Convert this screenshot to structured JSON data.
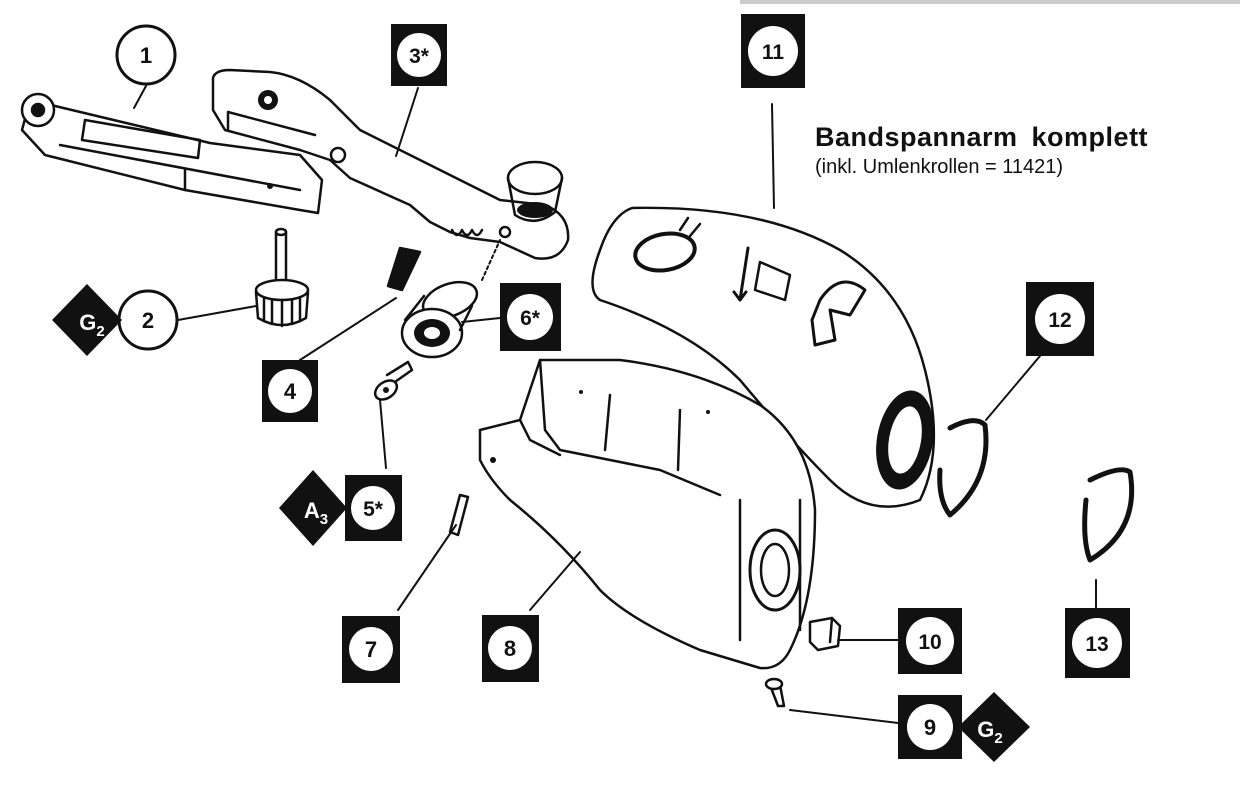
{
  "title": "Bandspannarm  komplett",
  "subtitle": "(inkl. Umlenkrollen = 11421)",
  "colors": {
    "ink": "#111111",
    "paper": "#ffffff",
    "grey": "#cccccc"
  },
  "callouts": [
    {
      "id": "1",
      "shape": "circle"
    },
    {
      "id": "2",
      "shape": "circle"
    },
    {
      "id": "3*",
      "shape": "square"
    },
    {
      "id": "4",
      "shape": "square"
    },
    {
      "id": "5*",
      "shape": "square"
    },
    {
      "id": "6*",
      "shape": "square"
    },
    {
      "id": "7",
      "shape": "square"
    },
    {
      "id": "8",
      "shape": "square"
    },
    {
      "id": "9",
      "shape": "square"
    },
    {
      "id": "10",
      "shape": "square"
    },
    {
      "id": "11",
      "shape": "square"
    },
    {
      "id": "12",
      "shape": "square"
    },
    {
      "id": "13",
      "shape": "square"
    }
  ],
  "codes": [
    {
      "letter": "G",
      "sub": "2",
      "for": "2"
    },
    {
      "letter": "A",
      "sub": "3",
      "for": "5*"
    },
    {
      "letter": "G",
      "sub": "2",
      "for": "9"
    }
  ]
}
